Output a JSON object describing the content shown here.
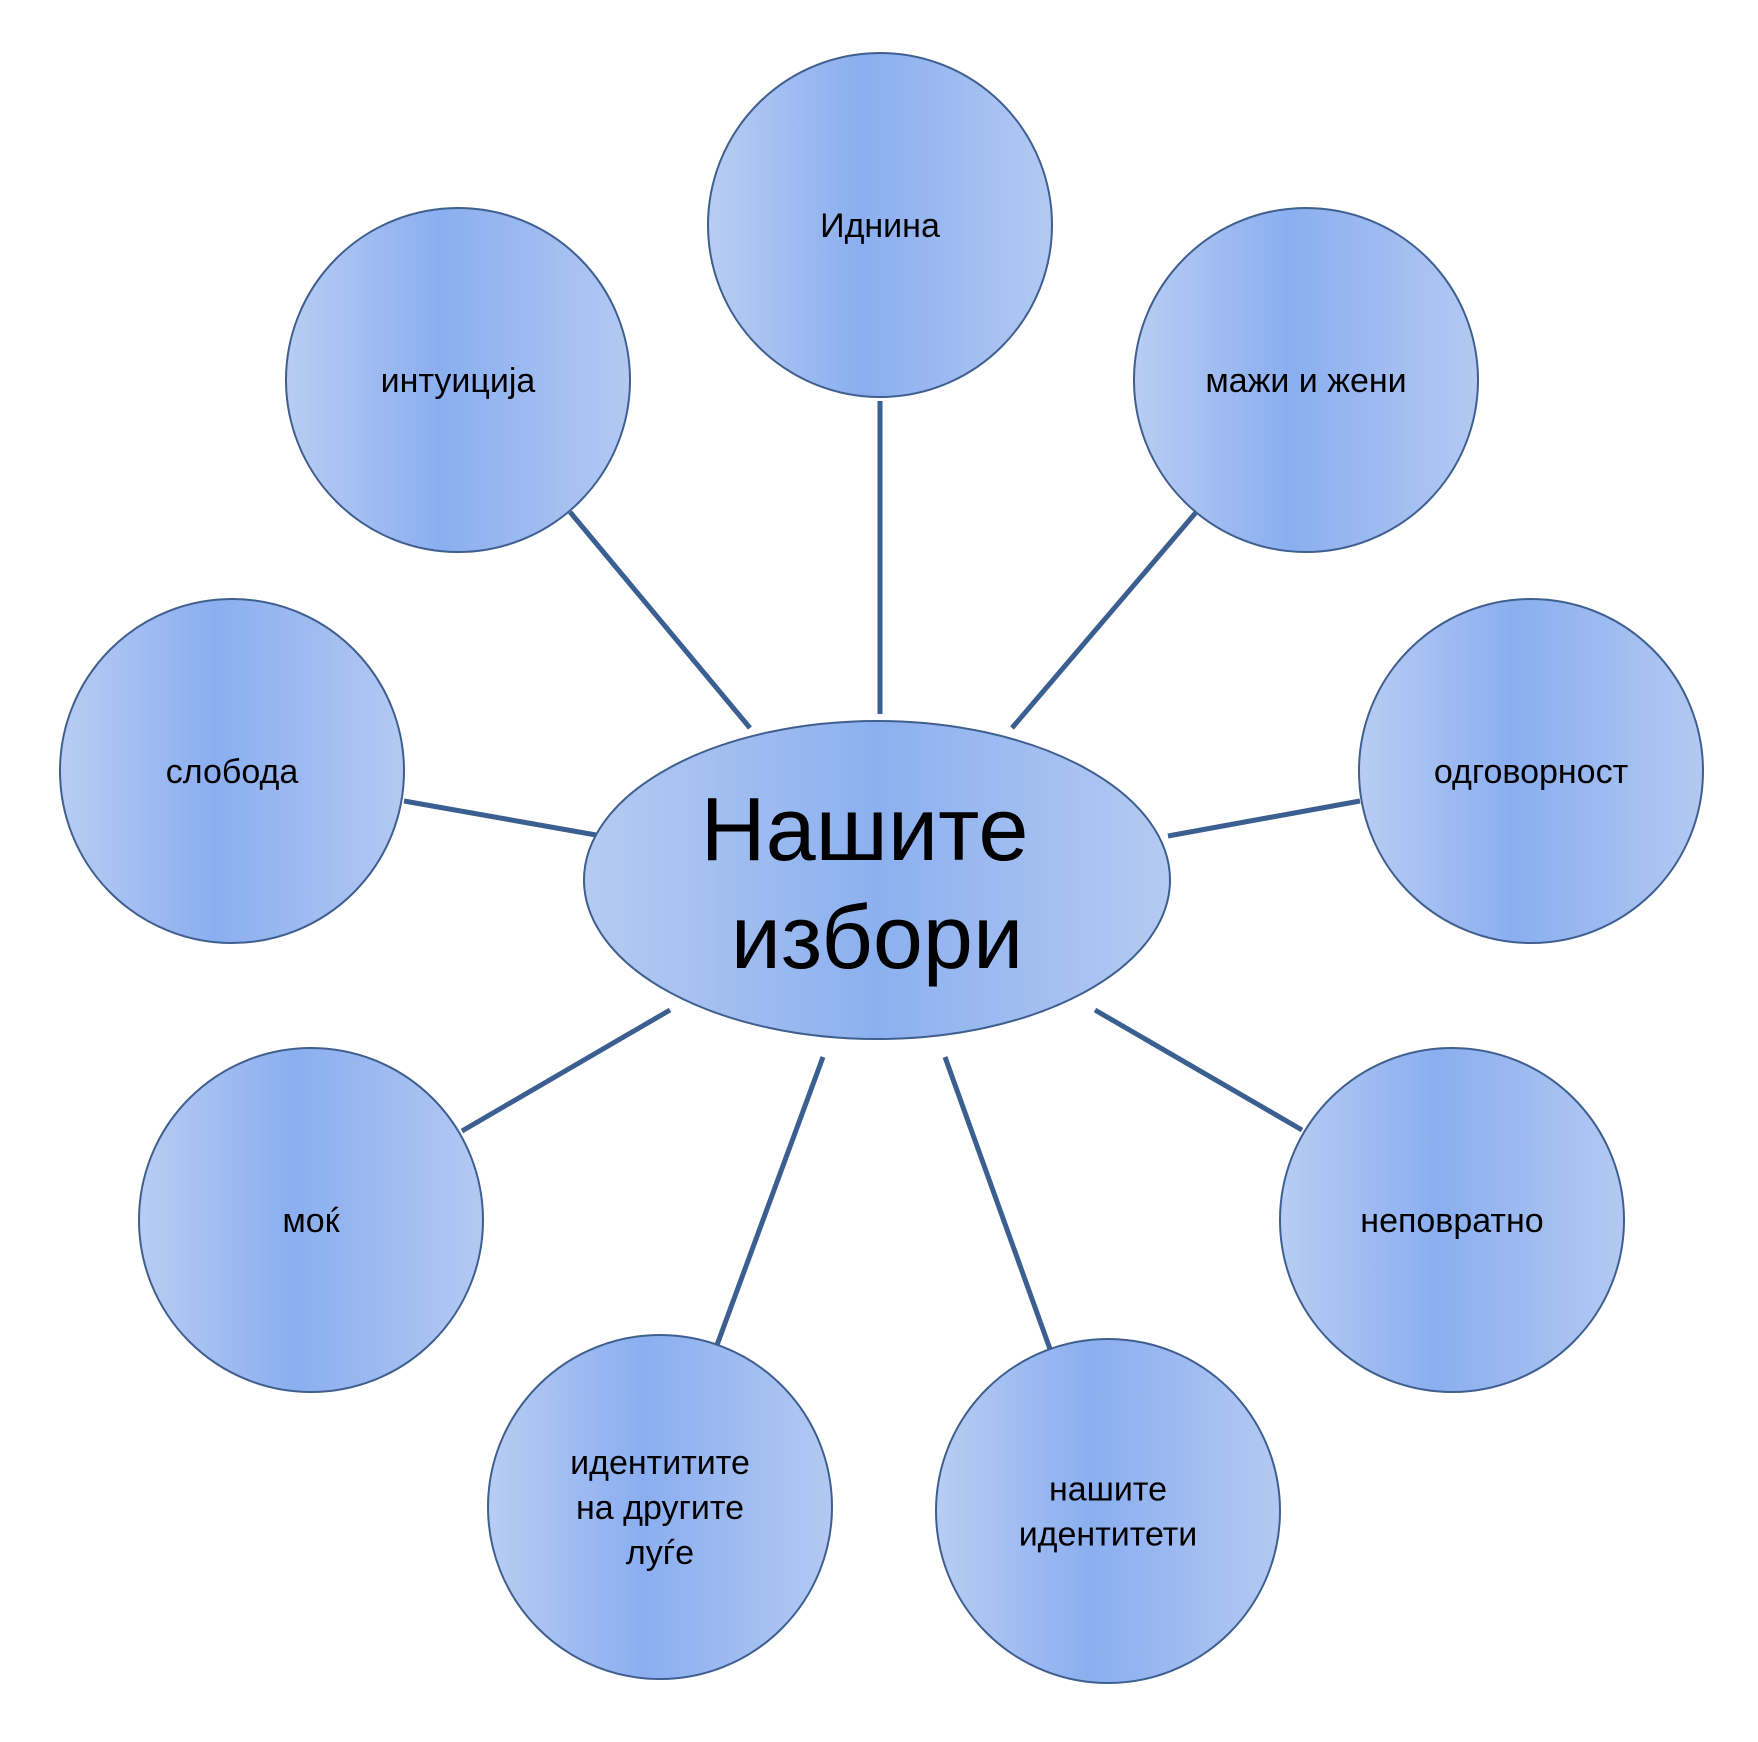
{
  "colors": {
    "connector": "#3b5f91",
    "outline": "#3f5f8e",
    "fill_light": "#bcd0f4",
    "fill_mid": "#8aaef0",
    "text": "#000000"
  },
  "center": {
    "lines": [
      "Нашите",
      "избори"
    ]
  },
  "nodes": [
    {
      "id": "idnina",
      "lines": [
        "Иднина"
      ]
    },
    {
      "id": "mazhi-i-zheni",
      "lines": [
        "мажи и жени"
      ]
    },
    {
      "id": "odgovornost",
      "lines": [
        "одговорност"
      ]
    },
    {
      "id": "nepovratno",
      "lines": [
        "неповратно"
      ]
    },
    {
      "id": "nashite-identiteti",
      "lines": [
        "нашите",
        "идентитети"
      ]
    },
    {
      "id": "identitite-na-drugite",
      "lines": [
        "идентитите",
        "на другите",
        "луѓе"
      ]
    },
    {
      "id": "mok",
      "lines": [
        "моќ"
      ]
    },
    {
      "id": "sloboda",
      "lines": [
        "слобода"
      ]
    },
    {
      "id": "intuicija",
      "lines": [
        "интуиција"
      ]
    }
  ]
}
